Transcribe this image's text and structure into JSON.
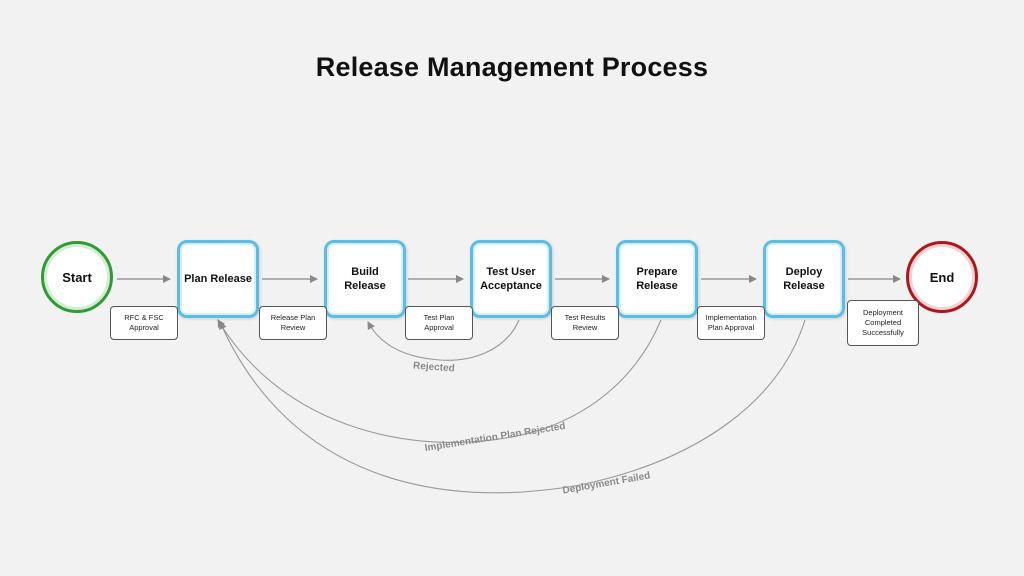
{
  "title": "Release Management Process",
  "start_label": "Start",
  "end_label": "End",
  "steps": [
    {
      "label": "Plan Release"
    },
    {
      "label": "Build Release"
    },
    {
      "label": "Test User Acceptance"
    },
    {
      "label": "Prepare Release"
    },
    {
      "label": "Deploy Release"
    }
  ],
  "gates": [
    {
      "label": "RFC & FSC Approval"
    },
    {
      "label": "Release Plan Review"
    },
    {
      "label": "Test Plan Approval"
    },
    {
      "label": "Test Results Review"
    },
    {
      "label": "Implementation Plan Approval"
    },
    {
      "label": "Deployment Completed Successfully"
    }
  ],
  "loops": [
    {
      "label": "Rejected"
    },
    {
      "label": "Implementation Plan Rejected"
    },
    {
      "label": "Deployment Failed"
    }
  ],
  "colors": {
    "step_border": "#5bbde6",
    "start_border": "#2e9b33",
    "end_border": "#b0151c",
    "connector": "#888888"
  }
}
